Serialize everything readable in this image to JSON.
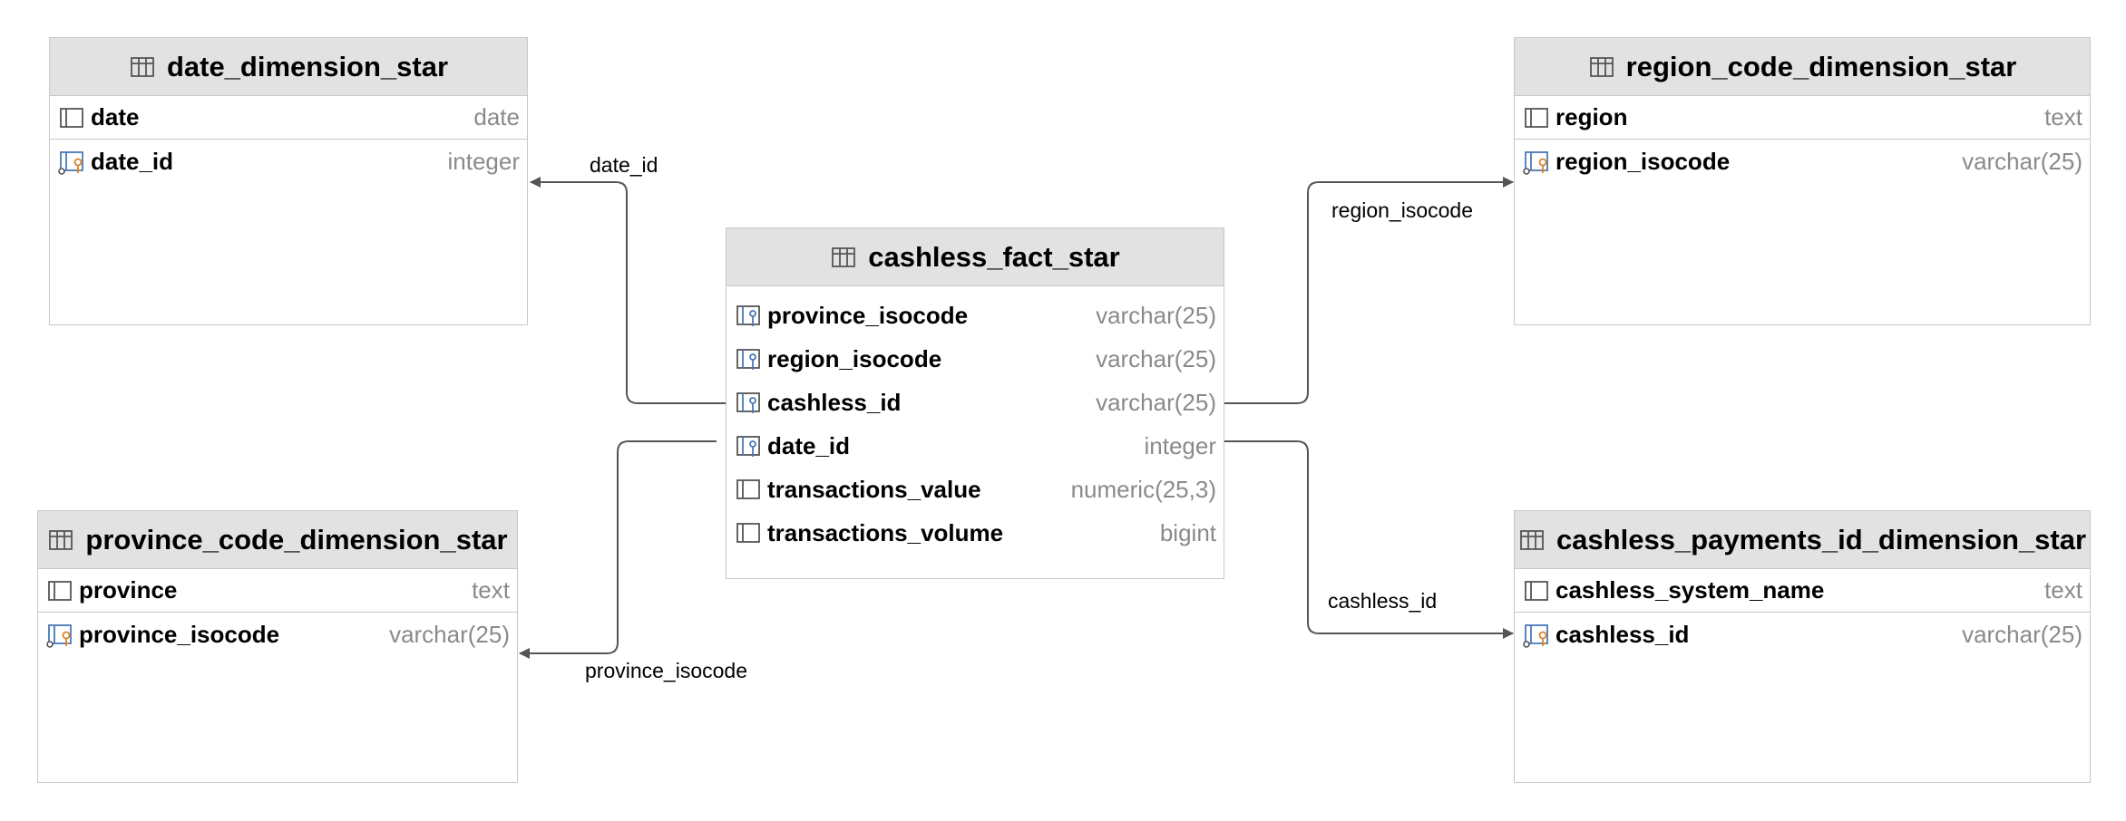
{
  "fact": {
    "title": "cashless_fact_star",
    "columns": [
      {
        "name": "province_isocode",
        "type": "varchar(25)",
        "icon": "foreign-key-column-icon"
      },
      {
        "name": "region_isocode",
        "type": "varchar(25)",
        "icon": "foreign-key-column-icon"
      },
      {
        "name": "cashless_id",
        "type": "varchar(25)",
        "icon": "foreign-key-column-icon"
      },
      {
        "name": "date_id",
        "type": "integer",
        "icon": "foreign-key-column-icon"
      },
      {
        "name": "transactions_value",
        "type": "numeric(25,3)",
        "icon": "column-icon"
      },
      {
        "name": "transactions_volume",
        "type": "bigint",
        "icon": "column-icon"
      }
    ]
  },
  "date_dim": {
    "title": "date_dimension_star",
    "columns": [
      {
        "name": "date",
        "type": "date",
        "icon": "column-icon"
      },
      {
        "name": "date_id",
        "type": "integer",
        "icon": "primary-key-icon"
      }
    ]
  },
  "region_dim": {
    "title": "region_code_dimension_star",
    "columns": [
      {
        "name": "region",
        "type": "text",
        "icon": "column-icon"
      },
      {
        "name": "region_isocode",
        "type": "varchar(25)",
        "icon": "primary-key-icon"
      }
    ]
  },
  "province_dim": {
    "title": "province_code_dimension_star",
    "columns": [
      {
        "name": "province",
        "type": "text",
        "icon": "column-icon"
      },
      {
        "name": "province_isocode",
        "type": "varchar(25)",
        "icon": "primary-key-icon"
      }
    ]
  },
  "payments_dim": {
    "title": "cashless_payments_id_dimension_star",
    "columns": [
      {
        "name": "cashless_system_name",
        "type": "text",
        "icon": "column-icon"
      },
      {
        "name": "cashless_id",
        "type": "varchar(25)",
        "icon": "primary-key-icon"
      }
    ]
  },
  "relations": {
    "date_id": "date_id",
    "region_isocode": "region_isocode",
    "province_isocode": "province_isocode",
    "cashless_id": "cashless_id"
  },
  "colors": {
    "header_bg": "#e2e2e2",
    "border": "#c8c8c8",
    "type_text": "#8a8a8a",
    "edge": "#555555",
    "icon_blue": "#4a78b8",
    "icon_orange": "#d9822b"
  }
}
